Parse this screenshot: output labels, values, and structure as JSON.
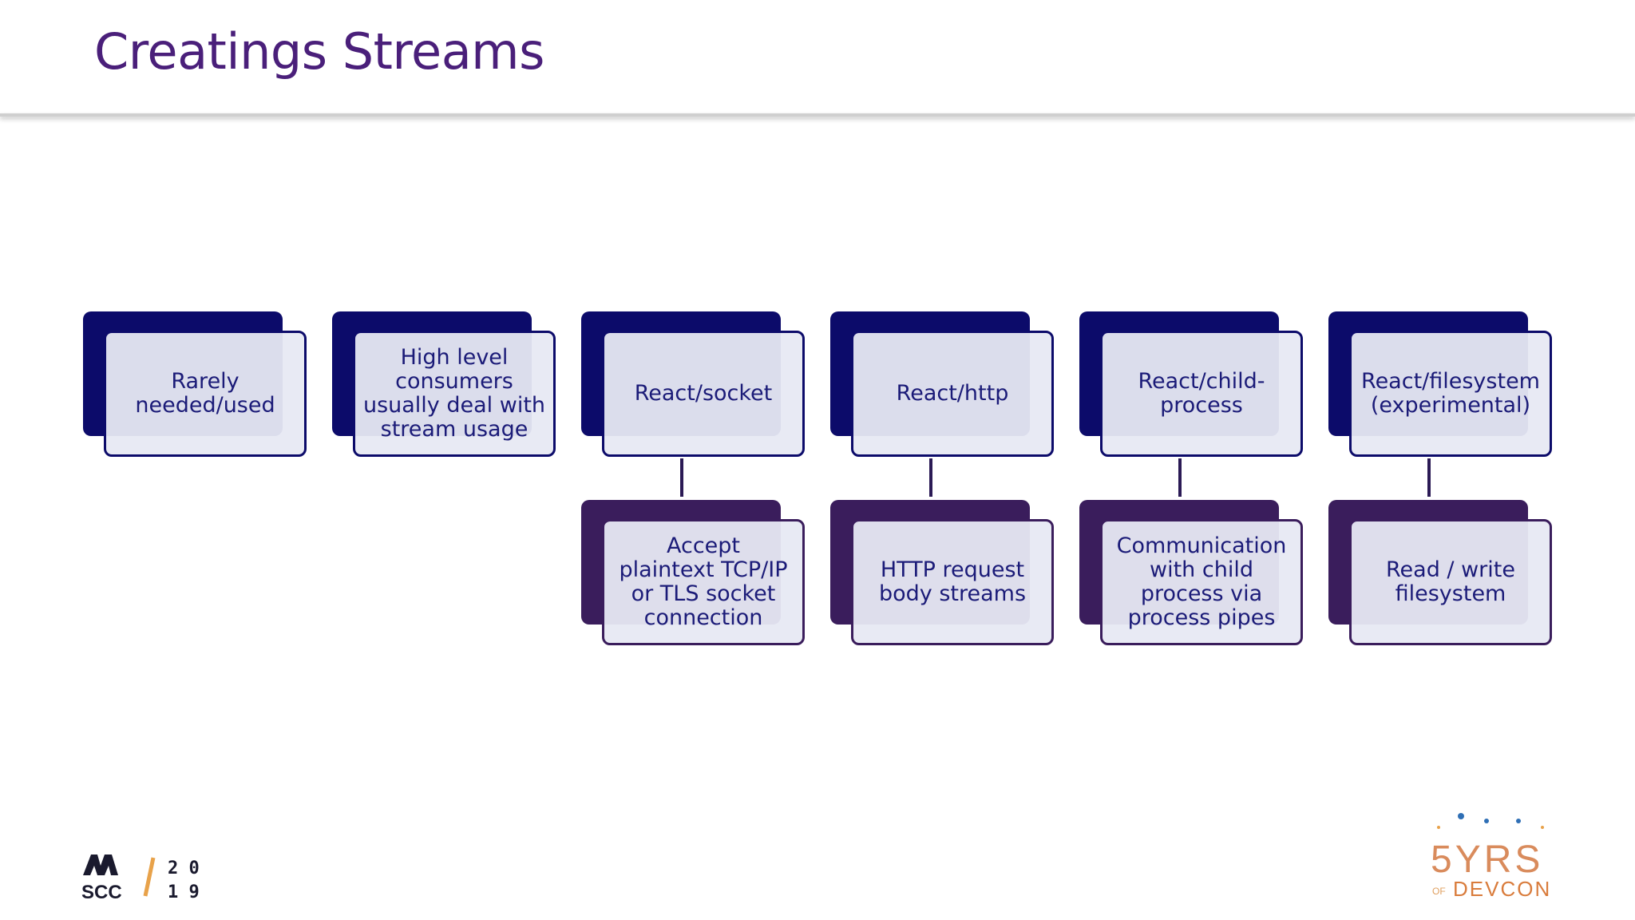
{
  "title": "Creatings Streams",
  "colors": {
    "title": "#4a1f7a",
    "top_box": "#0c0b6a",
    "bottom_box": "#3a1d5c",
    "box_fill": "#e7e9f3",
    "box_text": "#1b1b78"
  },
  "top_boxes": [
    {
      "label": "Rarely\nneeded/used"
    },
    {
      "label": "High level\nconsumers\nusually deal with\nstream usage"
    },
    {
      "label": "React/socket"
    },
    {
      "label": "React/http"
    },
    {
      "label": "React/child-\nprocess"
    },
    {
      "label": "React/filesystem\n(experimental)"
    }
  ],
  "bottom_boxes": [
    {
      "label": "Accept\nplaintext TCP/IP\nor TLS socket\nconnection"
    },
    {
      "label": "HTTP request\nbody streams"
    },
    {
      "label": "Communication\nwith child\nprocess via\nprocess pipes"
    },
    {
      "label": "Read / write\nfilesystem"
    }
  ],
  "footer": {
    "left_logo": {
      "mark": "M",
      "text": "SCC",
      "year_top": "2 0",
      "year_bottom": "1 9"
    },
    "right_logo": {
      "line1": "5YRS",
      "line2_prefix": "OF",
      "line2": "DEVCON"
    }
  }
}
